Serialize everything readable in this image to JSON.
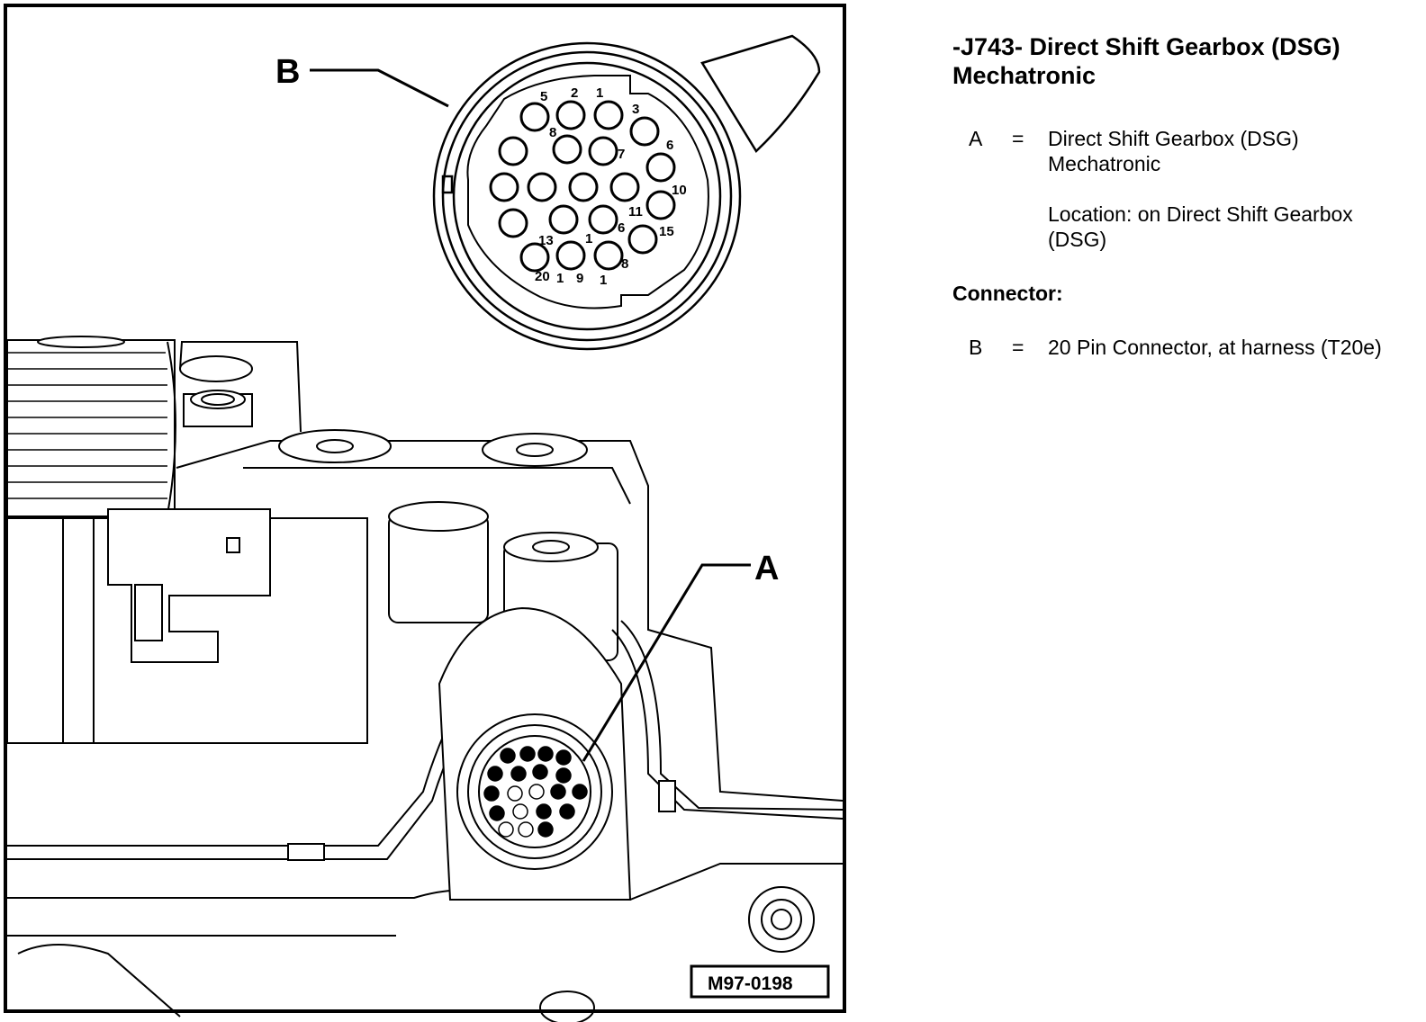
{
  "callouts": {
    "a": "A",
    "b": "B"
  },
  "reference_code": "M97-0198",
  "pin_labels": [
    "5",
    "2",
    "1",
    "3",
    "8",
    "7",
    "6",
    "10",
    "11",
    "15",
    "13",
    "1",
    "6",
    "20",
    "1",
    "9",
    "1",
    "8"
  ],
  "legend": {
    "title_line1": "-J743- Direct Shift Gearbox (DSG)",
    "title_line2": "Mechatronic",
    "item_a": {
      "key": "A",
      "equals": "=",
      "description": "Direct Shift Gearbox (DSG) Mechatronic",
      "location": "Location: on Direct Shift Gearbox (DSG)"
    },
    "connector_heading": "Connector:",
    "item_b": {
      "key": "B",
      "equals": "=",
      "description": "20 Pin Connector, at harness (T20e)"
    }
  }
}
